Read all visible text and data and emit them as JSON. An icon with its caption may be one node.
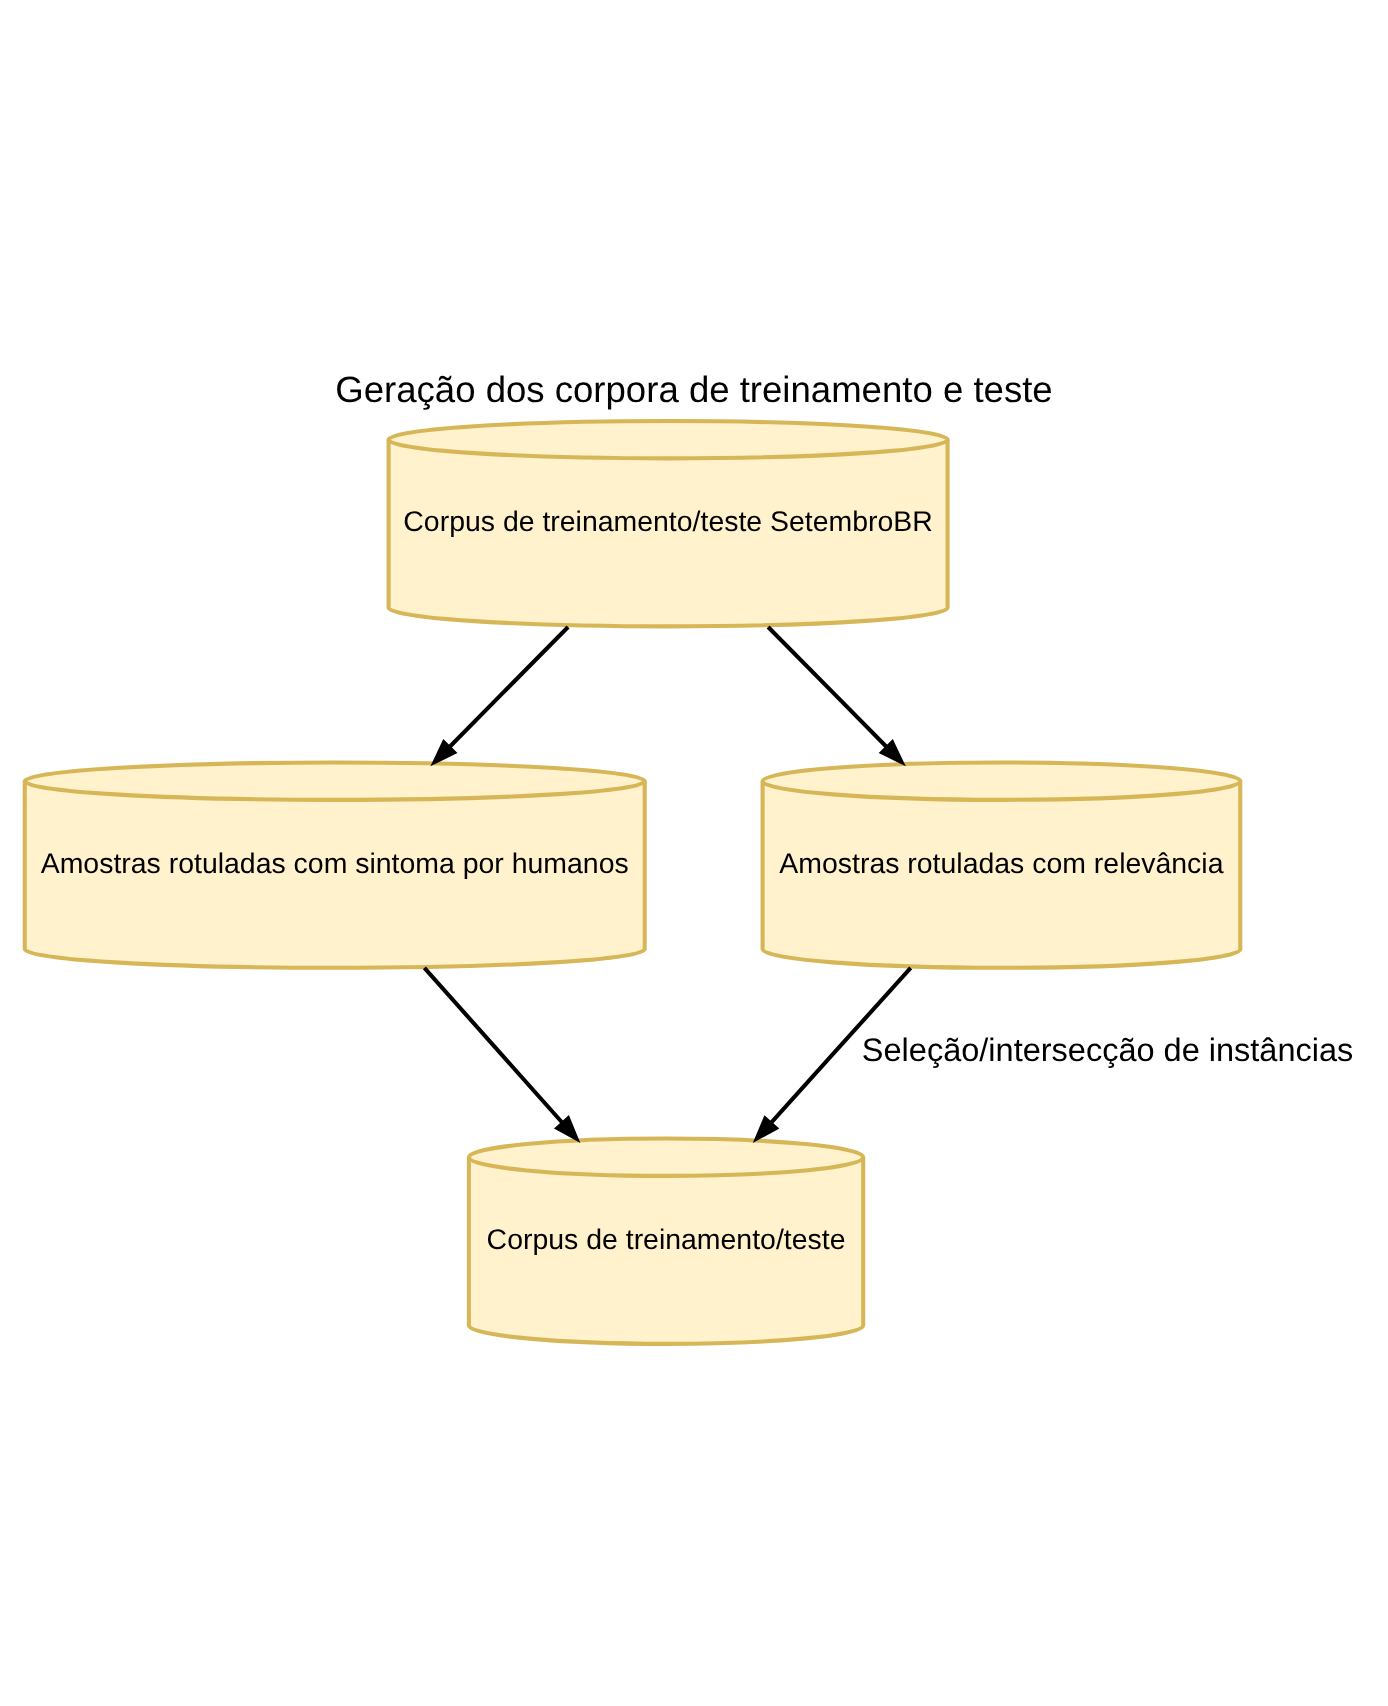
{
  "diagram": {
    "title": "Geração dos corpora de treinamento e teste",
    "nodes": [
      {
        "text": [
          "Corpus de treinamento/teste SetembroBR"
        ]
      },
      {
        "text": [
          "Amostras rotuladas com sintoma por humanos"
        ]
      },
      {
        "text": [
          "Amostras rotuladas com relevância"
        ]
      },
      {
        "text": [
          "Corpus de treinamento/teste"
        ]
      }
    ],
    "edges": [
      {
        "from": 0,
        "to": 1,
        "arrow": "to"
      },
      {
        "from": 0,
        "to": 2,
        "arrow": "to"
      },
      {
        "from": 1,
        "to": 3,
        "arrow": "to"
      },
      {
        "from": 2,
        "to": 3,
        "arrow": "to",
        "label": "Seleção/intersecção de instâncias"
      }
    ]
  }
}
